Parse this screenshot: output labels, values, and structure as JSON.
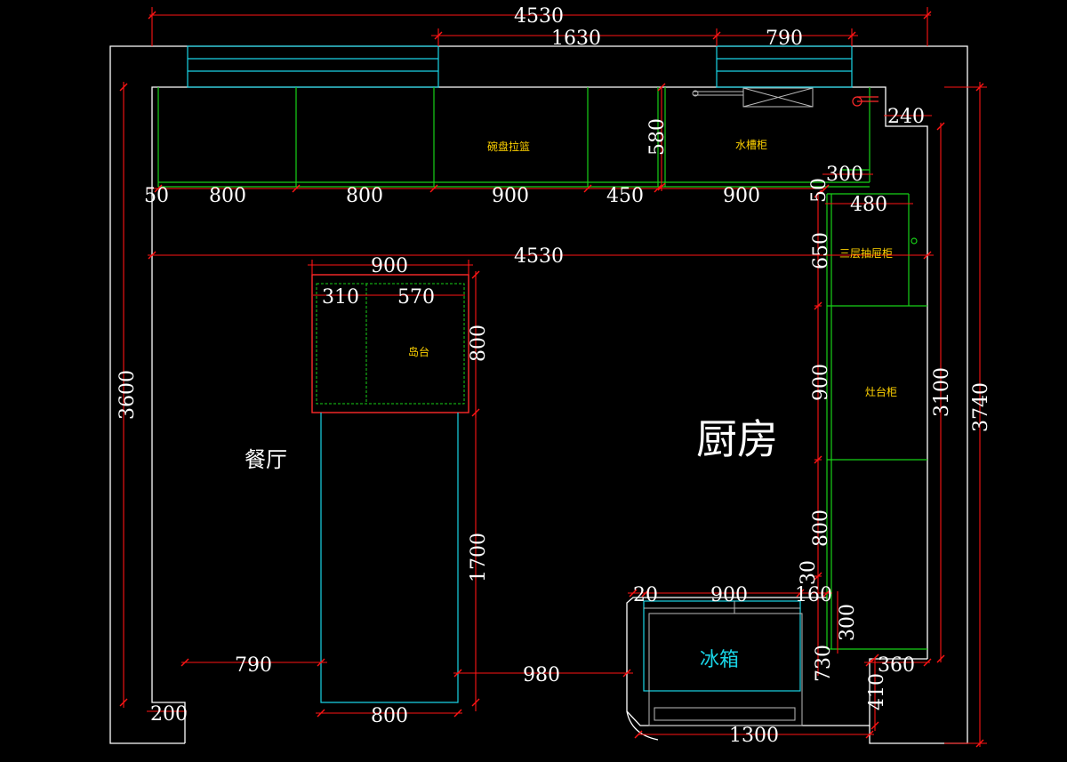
{
  "rooms": {
    "kitchen": "厨房",
    "dining": "餐厅"
  },
  "cabinets": {
    "dish_rack": "碗盘拉篮",
    "sink": "水槽柜",
    "three_drawer": "三层抽屉柜",
    "stove": "灶台柜",
    "island": "岛台",
    "fridge": "冰箱"
  },
  "dimensions": {
    "top_total": "4530",
    "top_1630": "1630",
    "top_790": "790",
    "run_50a": "50",
    "run_800a": "800",
    "run_800b": "800",
    "run_900a": "900",
    "run_450": "450",
    "run_900b": "900",
    "run_50b": "50",
    "depth_580": "580",
    "w_240": "240",
    "w_300a": "300",
    "w_480": "480",
    "mid_4530": "4530",
    "island_900": "900",
    "island_310": "310",
    "island_570": "570",
    "island_800v": "800",
    "h_650": "650",
    "h_900": "900",
    "h_800": "800",
    "h_30": "30",
    "h_300": "300",
    "h_730": "730",
    "h_410": "410",
    "w_360": "360",
    "left_3600": "3600",
    "right_3100": "3100",
    "right_3740": "3740",
    "table_1700": "1700",
    "w_790": "790",
    "w_980": "980",
    "fridge_20": "20",
    "fridge_900": "900",
    "fridge_160": "160",
    "bottom_800": "800",
    "bottom_1300": "1300",
    "w_200": "200"
  },
  "colors": {
    "wall": "#ffffff",
    "cabinet": "#17d117",
    "dimension": "#ff1414",
    "cyan": "#19d4e6",
    "island": "#ff2a2a",
    "label": "#ffd200"
  }
}
